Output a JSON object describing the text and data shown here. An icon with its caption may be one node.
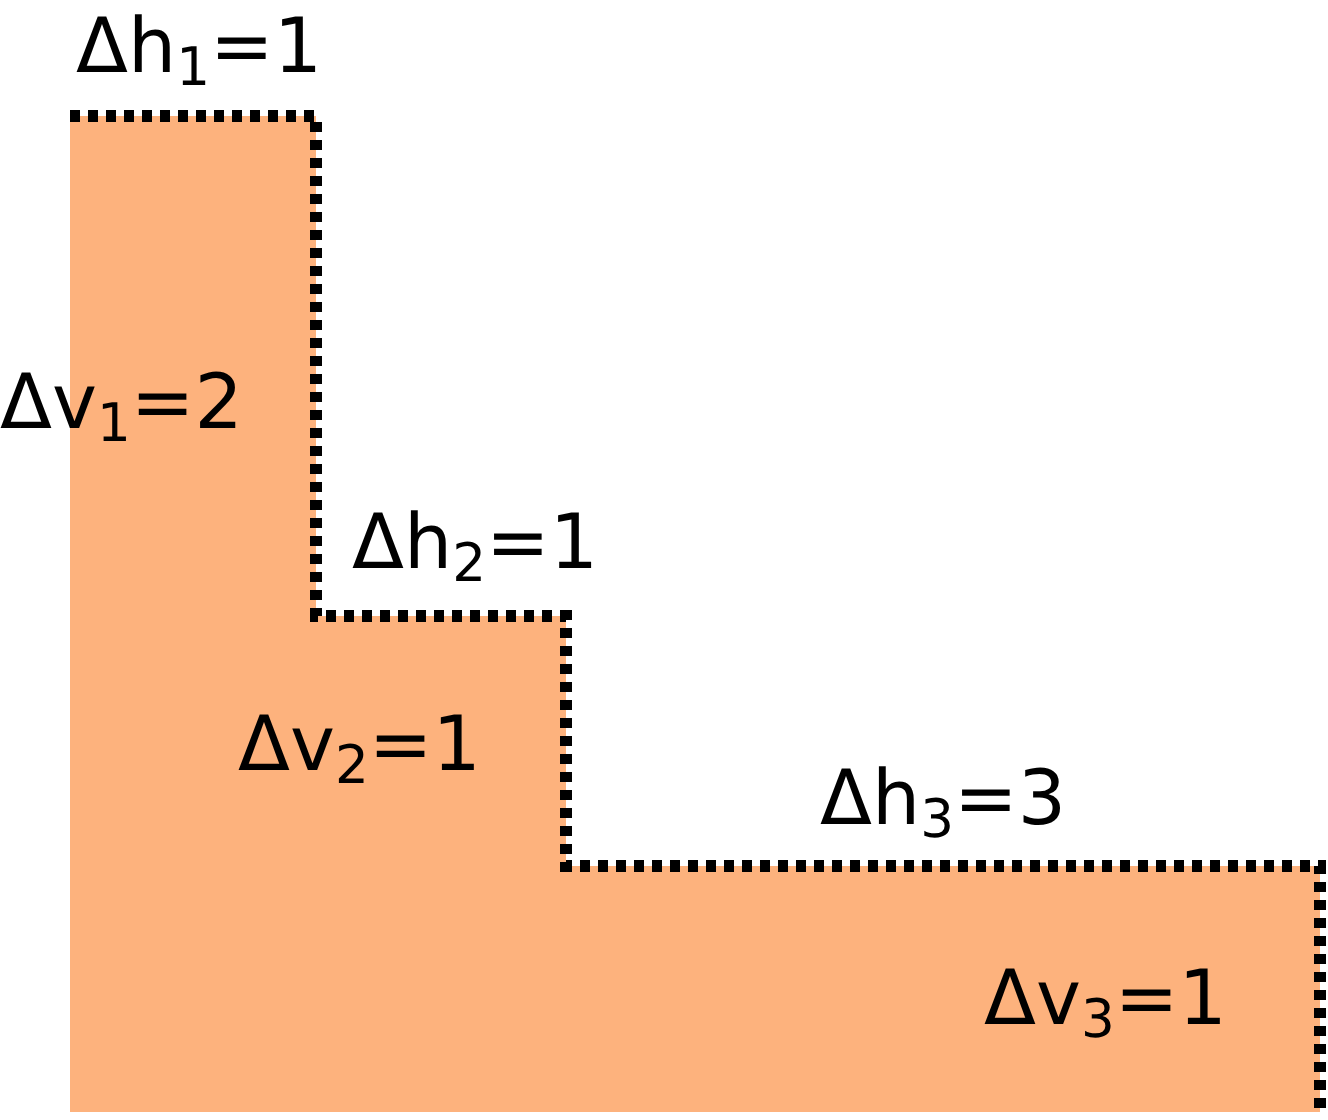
{
  "diagram": {
    "labels": [
      "Δh$_{1}$=1",
      "Δv$_{1}$=2",
      "Δh$_{2}$=1",
      "Δv$_{2}$=1",
      "Δh$_{3}$=3",
      "Δv$_{3}$=1"
    ]
  }
}
